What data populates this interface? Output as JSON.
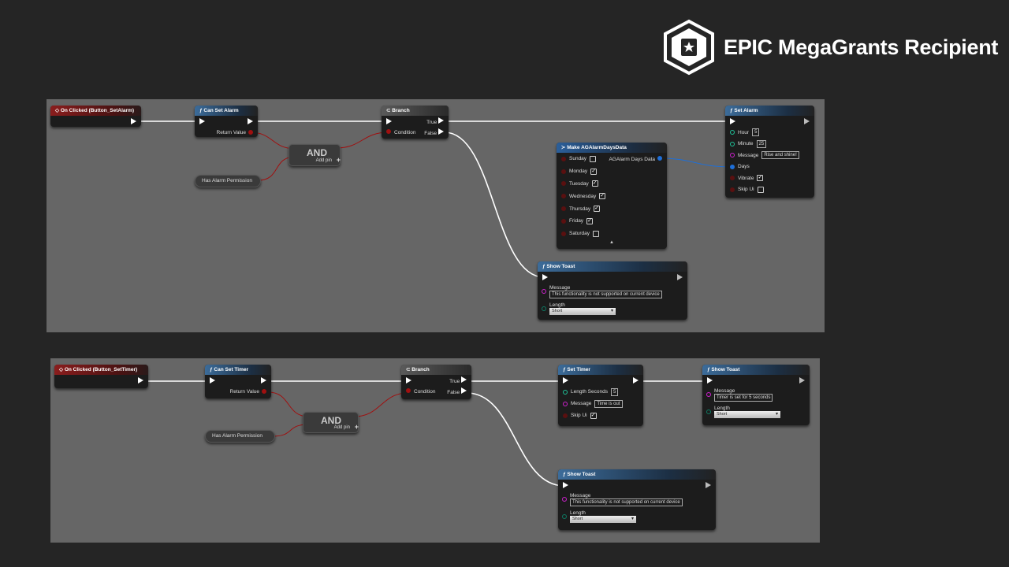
{
  "logo": {
    "text": "EPIC MegaGrants Recipient"
  },
  "colors": {
    "exec": "#ffffff",
    "bool": "#a01010",
    "int": "#1fc49a",
    "string": "#d020d0",
    "struct": "#1e6fd8",
    "byte": "#0d7a63"
  },
  "graphs": [
    {
      "event": "On Clicked (Button_SetAlarm)",
      "check": {
        "title": "Can Set Alarm",
        "return": "Return Value"
      },
      "and": {
        "title": "AND",
        "add_pin": "Add pin"
      },
      "permission": "Has Alarm Permission",
      "branch": {
        "title": "Branch",
        "true": "True",
        "condition": "Condition",
        "false": "False"
      },
      "make": {
        "title": "Make AGAlarmDaysData",
        "output": "AGAlarm Days Data",
        "days": [
          {
            "label": "Sunday",
            "checked": false
          },
          {
            "label": "Monday",
            "checked": true
          },
          {
            "label": "Tuesday",
            "checked": true
          },
          {
            "label": "Wednesday",
            "checked": true
          },
          {
            "label": "Thursday",
            "checked": true
          },
          {
            "label": "Friday",
            "checked": true
          },
          {
            "label": "Saturday",
            "checked": false
          }
        ]
      },
      "action": {
        "title": "Set Alarm",
        "pins": [
          {
            "label": "Hour",
            "type": "int",
            "value": "5"
          },
          {
            "label": "Minute",
            "type": "int",
            "value": "25"
          },
          {
            "label": "Message",
            "type": "string",
            "value": "Rise and shine!"
          },
          {
            "label": "Days",
            "type": "struct"
          },
          {
            "label": "Vibrate",
            "type": "bool",
            "checked": true
          },
          {
            "label": "Skip Ui",
            "type": "bool",
            "checked": false
          }
        ]
      },
      "toasts": [
        {
          "title": "Show Toast",
          "message_label": "Message",
          "message": "This functionality is not supported on current device",
          "length_label": "Length",
          "length": "Short"
        }
      ]
    },
    {
      "event": "On Clicked (Button_SetTimer)",
      "check": {
        "title": "Can Set Timer",
        "return": "Return Value"
      },
      "and": {
        "title": "AND",
        "add_pin": "Add pin"
      },
      "permission": "Has Alarm Permission",
      "branch": {
        "title": "Branch",
        "true": "True",
        "condition": "Condition",
        "false": "False"
      },
      "action": {
        "title": "Set Timer",
        "pins": [
          {
            "label": "Length Seconds",
            "type": "int",
            "value": "5"
          },
          {
            "label": "Message",
            "type": "string",
            "value": "Time is out"
          },
          {
            "label": "Skip Ui",
            "type": "bool",
            "checked": true
          }
        ]
      },
      "toasts": [
        {
          "title": "Show Toast",
          "message_label": "Message",
          "message": "Timer is set for 5 seconds",
          "length_label": "Length",
          "length": "Short"
        },
        {
          "title": "Show Toast",
          "message_label": "Message",
          "message": "This functionality is not supported on current device",
          "length_label": "Length",
          "length": "Short"
        }
      ]
    }
  ]
}
